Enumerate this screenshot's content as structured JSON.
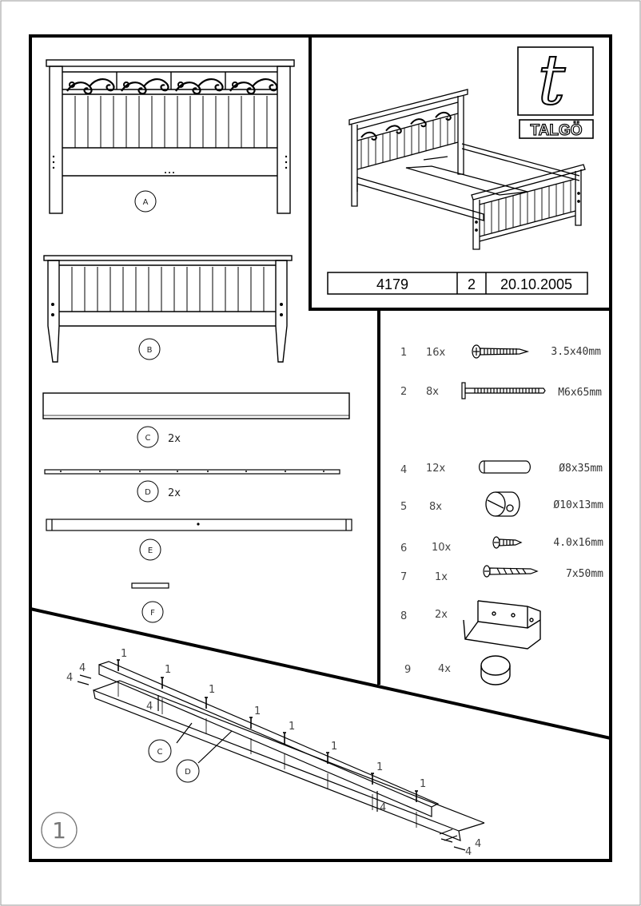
{
  "document": {
    "product_code": "4179",
    "sheet": "2",
    "date": "20.10.2005"
  },
  "brand": {
    "name": "TALGÖ",
    "logo_letter": "t"
  },
  "parts": [
    {
      "letter": "A",
      "qty": ""
    },
    {
      "letter": "B",
      "qty": ""
    },
    {
      "letter": "C",
      "qty": "2x"
    },
    {
      "letter": "D",
      "qty": "2x"
    },
    {
      "letter": "E",
      "qty": ""
    },
    {
      "letter": "F",
      "qty": ""
    }
  ],
  "hardware": [
    {
      "num": "1",
      "qty": "16x",
      "spec": "3.5x40mm",
      "icon": "wood-screw-icon"
    },
    {
      "num": "2",
      "qty": "8x",
      "spec": "M6x65mm",
      "icon": "bolt-icon"
    },
    {
      "num": "4",
      "qty": "12x",
      "spec": "Ø8x35mm",
      "icon": "dowel-icon"
    },
    {
      "num": "5",
      "qty": "8x",
      "spec": "Ø10x13mm",
      "icon": "cam-nut-icon"
    },
    {
      "num": "6",
      "qty": "10x",
      "spec": "4.0x16mm",
      "icon": "short-screw-icon"
    },
    {
      "num": "7",
      "qty": "1x",
      "spec": "7x50mm",
      "icon": "wall-plug-screw-icon"
    },
    {
      "num": "8",
      "qty": "2x",
      "spec": "",
      "icon": "bracket-icon"
    },
    {
      "num": "9",
      "qty": "4x",
      "spec": "",
      "icon": "foot-pad-icon"
    }
  ],
  "step": {
    "number": "1",
    "callouts": [
      "1",
      "1",
      "1",
      "1",
      "1",
      "1",
      "1",
      "1",
      "4",
      "4",
      "4",
      "4",
      "4",
      "4"
    ],
    "labels": [
      "C",
      "D"
    ]
  }
}
